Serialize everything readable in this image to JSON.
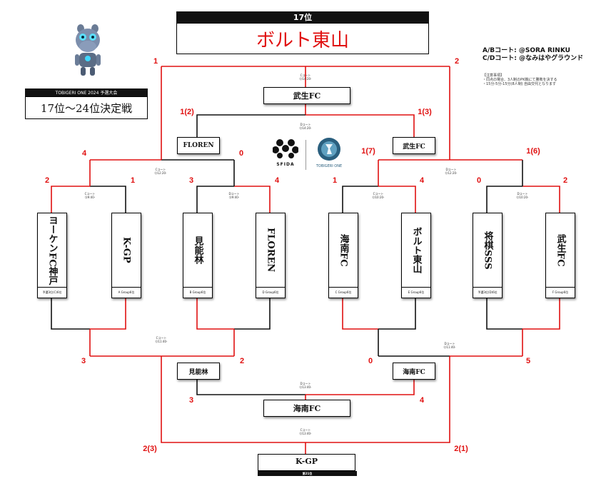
{
  "header": {
    "rank_label": "17位",
    "winner_name": "ボルト東山"
  },
  "event": {
    "subtitle": "TOBIGERI ONE 2024 予選大会",
    "title": "17位～24位決定戦"
  },
  "courts_info": {
    "ab": "A/Bコート: @SORA RINKU",
    "cd": "C/Dコート: @なみはやグラウンド"
  },
  "notes": {
    "heading": "【注意事項】",
    "line1": "・同点の場合、3人制のPK戦にて勝敗を決する",
    "line2": "・15分-5分-15分(8人制) 自由交代となります"
  },
  "logos": {
    "sfida": "SFIDA",
    "tobigeri": "TOBIGERI ONE"
  },
  "teams": [
    {
      "name": "ヨーケンFC神戸",
      "seed": "予選3位(C)6位"
    },
    {
      "name": "K-GP",
      "seed": "A Group6位"
    },
    {
      "name": "見能林",
      "seed": "B Group6位"
    },
    {
      "name": "FLOREN",
      "seed": "D Group6位"
    },
    {
      "name": "海南FC",
      "seed": "C Group6位"
    },
    {
      "name": "ボルト東山",
      "seed": "E Group6位"
    },
    {
      "name": "将棋SSS",
      "seed": "予選3位(D)6位"
    },
    {
      "name": "武生FC",
      "seed": "F Group6位"
    }
  ],
  "results": {
    "semi_winner_left": "武生FC",
    "semi_loser_left": "FLOREN",
    "semi_loser_right": "武生FC",
    "cons_left": "見能林",
    "cons_right": "海南FC",
    "cons_final": "海南FC",
    "bottom_final": "K-GP"
  },
  "scores": {
    "r1_m1_a": "2",
    "r1_m1_b": "1",
    "r1_m2_a": "3",
    "r1_m2_b": "4",
    "r1_m3_a": "1",
    "r1_m3_b": "4",
    "r1_m4_a": "0",
    "r1_m4_b": "2",
    "qf_l_a": "4",
    "qf_l_b": "0",
    "qf_r_a": "1(7)",
    "qf_r_b": "1(6)",
    "sf_a": "1(2)",
    "sf_b": "1(3)",
    "f_a": "1",
    "f_b": "2",
    "lc_l_a": "3",
    "lc_l_b": "2",
    "lc_r_a": "0",
    "lc_r_b": "5",
    "lcf_a": "3",
    "lcf_b": "4",
    "bf_a": "2(3)",
    "bf_b": "2(1)"
  },
  "court_labels": {
    "final": "Cコート\n⑫14:20-",
    "sf": "Dコート\n⑫14:20-",
    "qf_l": "Cコート\n⑫12:20-",
    "qf_r": "Dコート\n⑫12:20-",
    "r1_m1": "Cコート\n⑫9:40-",
    "r1_m2": "Dコート\n⑫9:40-",
    "r1_m3": "Cコート\n⑫10:20-",
    "r1_m4": "Dコート\n⑫10:20-",
    "lc_l": "Cコート\n⑫11:40-",
    "lc_r": "Dコート\n⑫11:40-",
    "lcf": "Dコート\n⑫13:40-",
    "bf": "Cコート\n⑫13:40-"
  },
  "footer": {
    "rank_label": "第21位"
  }
}
